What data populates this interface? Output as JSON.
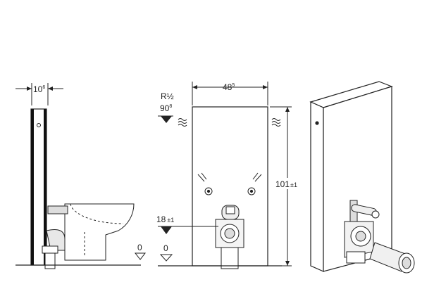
{
  "side_view": {
    "depth_value": "10",
    "depth_fraction": "6",
    "floor_label": "0"
  },
  "front_view": {
    "width_value": "48",
    "width_fraction": "5",
    "thread_label": "R½",
    "inlet_height_value": "90",
    "inlet_height_fraction": "8",
    "height_value": "101",
    "height_tolerance": "±1",
    "pipe_height_value": "18",
    "pipe_height_tolerance": "±1",
    "floor_label": "0"
  }
}
